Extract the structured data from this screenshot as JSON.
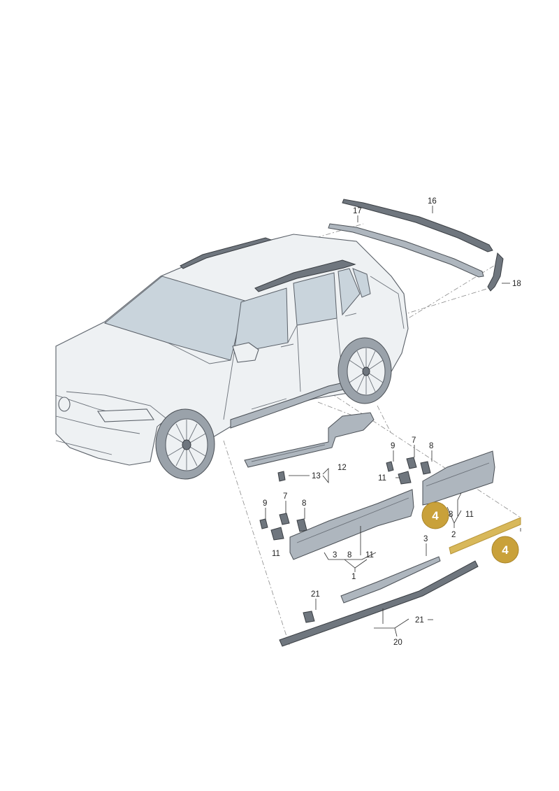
{
  "colors": {
    "badge_fill": "#c9a13a",
    "highlight_part": "#d8b85a",
    "line": "#2a2a2a",
    "dash": "#8a8a8a"
  },
  "callouts": {
    "c16": "16",
    "c17": "17",
    "c18": "18",
    "c12": "12",
    "c13": "13",
    "c9a": "9",
    "c7a": "7",
    "c8a": "8",
    "c11a": "11",
    "c8b": "8",
    "c11b": "11",
    "c2": "2",
    "c9b": "9",
    "c7b": "7",
    "c8c": "8",
    "c11c": "11",
    "c3a": "3",
    "c8d": "8",
    "c11d": "11",
    "c1": "1",
    "c3b": "3",
    "c21a": "21",
    "c21b": "21",
    "c20": "20"
  },
  "badges": {
    "b1": "4",
    "b2": "4"
  }
}
